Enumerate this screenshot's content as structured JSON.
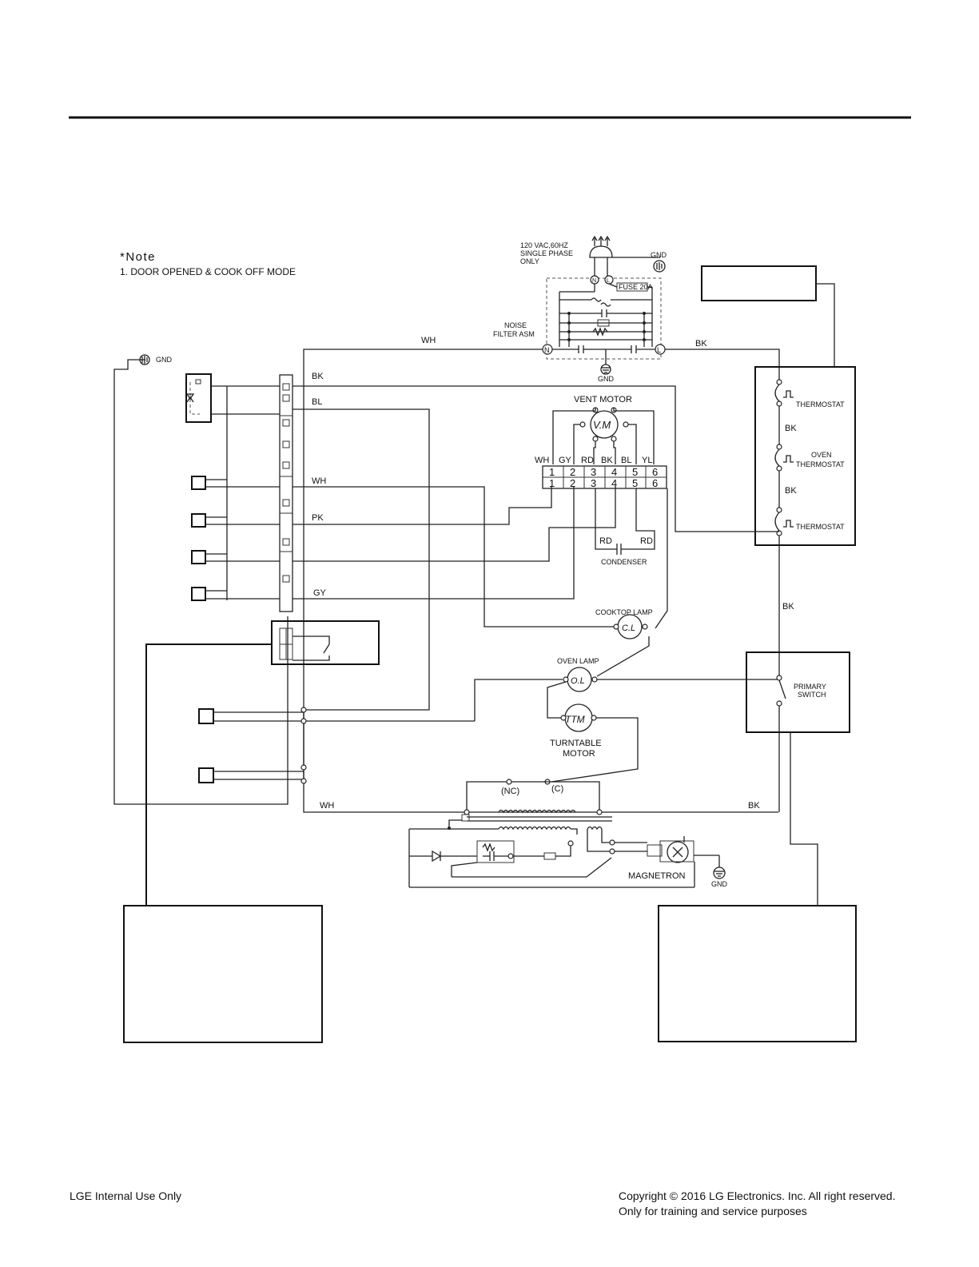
{
  "note": {
    "title": "*Note",
    "line1": "1. DOOR OPENED & COOK OFF MODE"
  },
  "power": {
    "supply_l1": "120 VAC,60HZ",
    "supply_l2": "SINGLE PHASE",
    "supply_l3": "ONLY",
    "gnd": "GND",
    "fuse": "FUSE 20A",
    "noise_filter_l1": "NOISE",
    "noise_filter_l2": "FILTER ASM",
    "n": "N",
    "l": "L"
  },
  "wires": {
    "wh": "WH",
    "bk": "BK",
    "bl": "BL",
    "pk": "PK",
    "gy": "GY",
    "rd": "RD",
    "yl": "YL"
  },
  "components": {
    "vent_motor": "VENT MOTOR",
    "vm": "V.M",
    "condenser": "CONDENSER",
    "cooktop_lamp": "COOKTOP LAMP",
    "cl": "C.L",
    "oven_lamp": "OVEN LAMP",
    "ol": "O.L",
    "ttm": "TTM",
    "turntable_l1": "TURNTABLE",
    "turntable_l2": "MOTOR",
    "thermostat_top": "THERMOSTAT",
    "oven_thermostat_l1": "OVEN",
    "oven_thermostat_l2": "THERMOSTAT",
    "thermostat_bottom": "THERMOSTAT",
    "primary_switch_l1": "PRIMARY",
    "primary_switch_l2": "SWITCH",
    "nc": "(NC)",
    "c": "(C)",
    "magnetron": "MAGNETRON"
  },
  "connector_numbers": [
    "1",
    "2",
    "3",
    "4",
    "5",
    "6"
  ],
  "connector_wire_colors": [
    "WH",
    "GY",
    "RD",
    "BK",
    "BL",
    "YL"
  ],
  "footer": {
    "left": "LGE Internal Use Only",
    "right_l1": "Copyright © 2016 LG Electronics. Inc. All right reserved.",
    "right_l2": "Only for training and service purposes"
  }
}
